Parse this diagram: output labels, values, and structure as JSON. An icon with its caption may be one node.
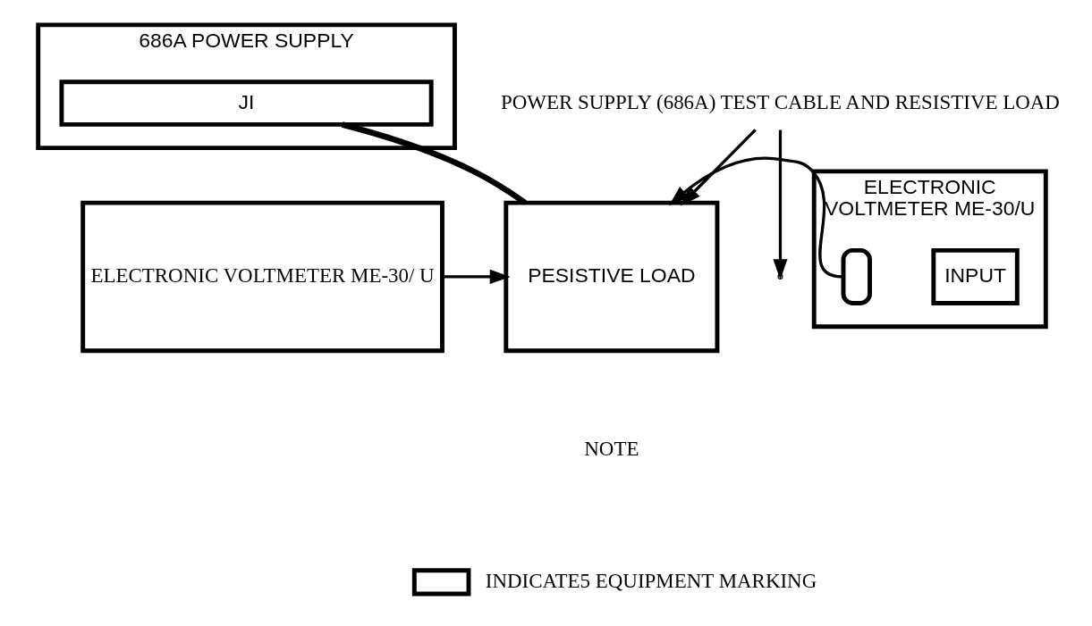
{
  "diagram": {
    "nodes": [
      {
        "text": [
          "686A POWER SUPPLY"
        ]
      },
      {
        "text": [
          "JI"
        ],
        "in": 0
      },
      {
        "text": [
          "POWER SUPPLY (686A) TEST CABLE AND RESISTIVE LOAD"
        ]
      },
      {
        "text": [
          "ELECTRONIC VOLTMETER ME-30/ U"
        ]
      },
      {
        "text": [
          "PESISTIVE LOAD"
        ]
      },
      {
        "text": [
          "ELECTRONIC",
          "VOLTMETER ME-30/U"
        ]
      },
      {
        "text": [],
        "shape": "box",
        "in": 5
      },
      {
        "text": [
          "INPUT"
        ],
        "in": 5
      }
    ],
    "edges": [
      {
        "from": 1,
        "to": 4,
        "arrow": "none",
        "style": "thick"
      },
      {
        "from": 2,
        "to": null,
        "arrow": "to"
      },
      {
        "from": 2,
        "to": 4,
        "arrow": "to"
      },
      {
        "from": 3,
        "to": 4,
        "arrow": "to"
      },
      {
        "from": 6,
        "to": 4,
        "arrow": "to"
      }
    ],
    "labels": [
      "NOTE"
    ],
    "legend": [
      {
        "text": "INDICATE5 EQUIPMENT MARKING"
      }
    ]
  }
}
